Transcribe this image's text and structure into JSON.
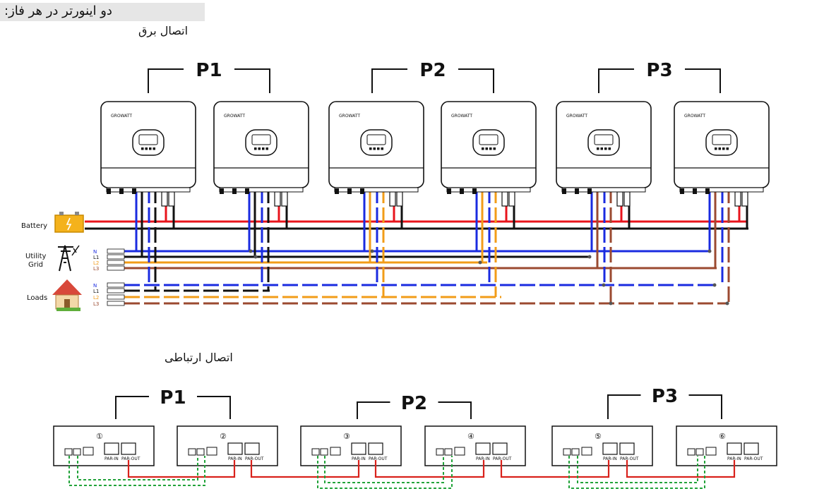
{
  "heading": "دو اینورتر در هر فاز:",
  "power_section_title": "اتصال برق",
  "comm_section_title": "اتصال ارتباطی",
  "groups": [
    "P1",
    "P2",
    "P3"
  ],
  "brand": "GROWATT",
  "sources": {
    "battery": "Battery",
    "grid": "Utility\nGrid",
    "loads": "Loads"
  },
  "phase_labels": [
    "N",
    "L1",
    "L2",
    "L3"
  ],
  "unit_numbers": [
    "①",
    "②",
    "③",
    "④",
    "⑤",
    "⑥"
  ],
  "port_labels": {
    "in": "PAR-IN",
    "out": "PAR-OUT"
  },
  "colors": {
    "battery_pos": "#e8141c",
    "battery_neg": "#111111",
    "neutral": "#1a2be0",
    "l1": "#111111",
    "l2": "#f29c18",
    "l3": "#9b4a30",
    "comm_parallel": "#d9221c",
    "comm_current": "#22a33a"
  },
  "icons": [
    "battery-icon",
    "utility-pylon-icon",
    "house-icon"
  ]
}
